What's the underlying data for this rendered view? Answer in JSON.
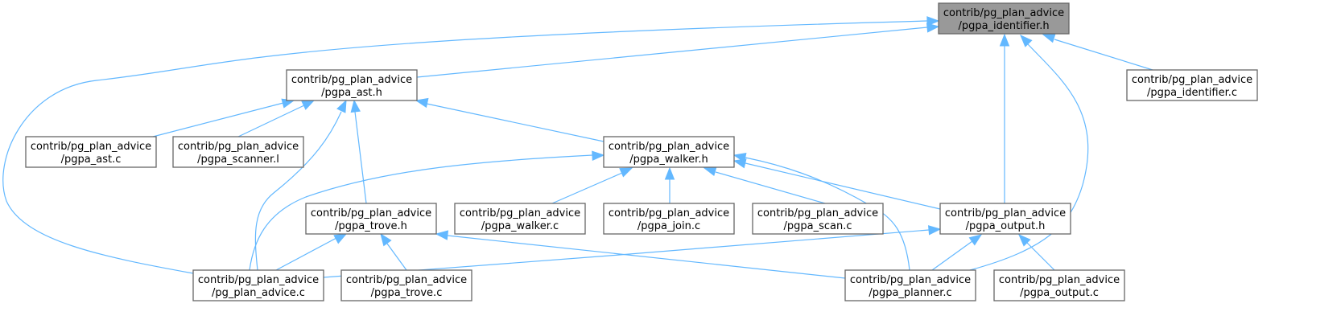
{
  "diagram": {
    "type": "include-dependency-graph",
    "colors": {
      "edge": "#63b8ff",
      "node_border": "#666666",
      "root_fill": "#999999",
      "node_fill": "#ffffff"
    },
    "nodes": [
      {
        "id": "identifier_h",
        "line1": "contrib/pg_plan_advice",
        "line2": "/pgpa_identifier.h",
        "root": true
      },
      {
        "id": "ast_h",
        "line1": "contrib/pg_plan_advice",
        "line2": "/pgpa_ast.h"
      },
      {
        "id": "identifier_c",
        "line1": "contrib/pg_plan_advice",
        "line2": "/pgpa_identifier.c"
      },
      {
        "id": "ast_c",
        "line1": "contrib/pg_plan_advice",
        "line2": "/pgpa_ast.c"
      },
      {
        "id": "scanner_l",
        "line1": "contrib/pg_plan_advice",
        "line2": "/pgpa_scanner.l"
      },
      {
        "id": "walker_h",
        "line1": "contrib/pg_plan_advice",
        "line2": "/pgpa_walker.h"
      },
      {
        "id": "trove_h",
        "line1": "contrib/pg_plan_advice",
        "line2": "/pgpa_trove.h"
      },
      {
        "id": "walker_c",
        "line1": "contrib/pg_plan_advice",
        "line2": "/pgpa_walker.c"
      },
      {
        "id": "join_c",
        "line1": "contrib/pg_plan_advice",
        "line2": "/pgpa_join.c"
      },
      {
        "id": "scan_c",
        "line1": "contrib/pg_plan_advice",
        "line2": "/pgpa_scan.c"
      },
      {
        "id": "output_h",
        "line1": "contrib/pg_plan_advice",
        "line2": "/pgpa_output.h"
      },
      {
        "id": "pg_plan_advice_c",
        "line1": "contrib/pg_plan_advice",
        "line2": "/pg_plan_advice.c"
      },
      {
        "id": "trove_c",
        "line1": "contrib/pg_plan_advice",
        "line2": "/pgpa_trove.c"
      },
      {
        "id": "planner_c",
        "line1": "contrib/pg_plan_advice",
        "line2": "/pgpa_planner.c"
      },
      {
        "id": "output_c",
        "line1": "contrib/pg_plan_advice",
        "line2": "/pgpa_output.c"
      }
    ],
    "edges": [
      {
        "from": "ast_h",
        "to": "identifier_h"
      },
      {
        "from": "identifier_c",
        "to": "identifier_h"
      },
      {
        "from": "pg_plan_advice_c",
        "to": "identifier_h"
      },
      {
        "from": "output_h",
        "to": "identifier_h"
      },
      {
        "from": "planner_c",
        "to": "identifier_h"
      },
      {
        "from": "ast_c",
        "to": "ast_h"
      },
      {
        "from": "scanner_l",
        "to": "ast_h"
      },
      {
        "from": "walker_h",
        "to": "ast_h"
      },
      {
        "from": "trove_h",
        "to": "ast_h"
      },
      {
        "from": "pg_plan_advice_c",
        "to": "ast_h"
      },
      {
        "from": "walker_c",
        "to": "walker_h"
      },
      {
        "from": "join_c",
        "to": "walker_h"
      },
      {
        "from": "scan_c",
        "to": "walker_h"
      },
      {
        "from": "output_h",
        "to": "walker_h"
      },
      {
        "from": "planner_c",
        "to": "walker_h"
      },
      {
        "from": "pg_plan_advice_c",
        "to": "walker_h"
      },
      {
        "from": "pg_plan_advice_c",
        "to": "trove_h"
      },
      {
        "from": "trove_c",
        "to": "trove_h"
      },
      {
        "from": "planner_c",
        "to": "trove_h"
      },
      {
        "from": "pg_plan_advice_c",
        "to": "output_h"
      },
      {
        "from": "planner_c",
        "to": "output_h"
      },
      {
        "from": "output_c",
        "to": "output_h"
      }
    ]
  }
}
